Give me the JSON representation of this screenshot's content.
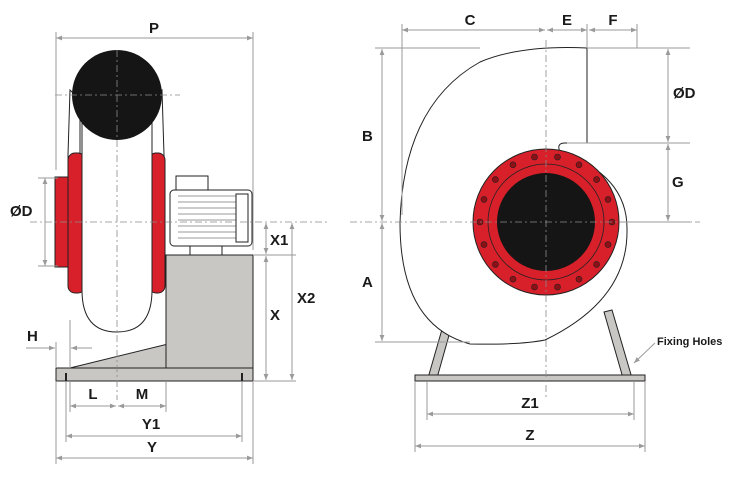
{
  "left_view": {
    "labels": {
      "P": "P",
      "OD": "ØD",
      "X1": "X1",
      "X": "X",
      "X2": "X2",
      "H": "H",
      "L": "L",
      "M": "M",
      "Y1": "Y1",
      "Y": "Y"
    }
  },
  "right_view": {
    "labels": {
      "C": "C",
      "E": "E",
      "F": "F",
      "OD": "ØD",
      "B": "B",
      "G": "G",
      "A": "A",
      "Z1": "Z1",
      "Z": "Z"
    },
    "fixing_holes_label": "Fixing Holes"
  },
  "colors": {
    "housing_red": "#d8202a",
    "base_gray": "#c9c7c4",
    "dark": "#151515",
    "outline": "#222222",
    "dimension_line": "#9a9a9a"
  }
}
